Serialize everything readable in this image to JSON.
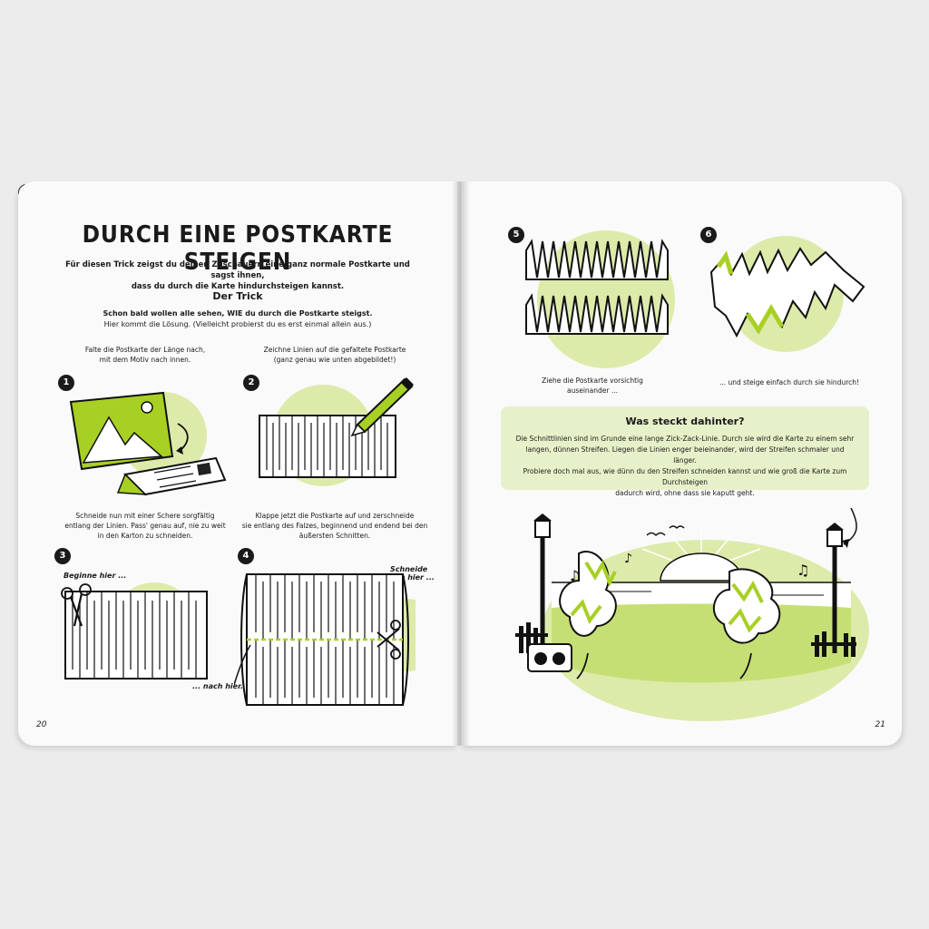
{
  "ui": {
    "zoom_icon": "zoom-in-icon",
    "accent": "#d6ea8c",
    "accent_dark": "#a8d024"
  },
  "left": {
    "title": "DURCH EINE POSTKARTE STEIGEN",
    "intro_line1": "Für diesen Trick zeigst du deinen Zuschauern eine ganz normale Postkarte und sagst ihnen,",
    "intro_line2": "dass du durch die Karte hindurchsteigen kannst.",
    "section": "Der Trick",
    "sub_bold": "Schon bald wollen alle sehen, WIE du durch die Postkarte steigst.",
    "sub_plain": "Hier kommt die Lösung. (Vielleicht probierst du es erst einmal allein aus.)",
    "steps": [
      {
        "num": "1",
        "cap1": "Falte die Postkarte der Länge nach,",
        "cap2": "mit dem Motiv nach innen."
      },
      {
        "num": "2",
        "cap1": "Zeichne Linien auf die gefaltete Postkarte",
        "cap2": "(ganz genau wie unten abgebildet!)"
      },
      {
        "num": "3",
        "cap1": "Schneide nun mit einer Schere sorgfältig",
        "cap2": "entlang der Linien. Pass' genau auf, nie zu weit",
        "cap3": "in den Karton zu schneiden."
      },
      {
        "num": "4",
        "cap1": "Klappe jetzt die Postkarte auf und zerschneide",
        "cap2": "sie entlang des Falzes, beginnend und endend bei den",
        "cap3": "äußersten Schnitten."
      }
    ],
    "note_begin": "Beginne hier ...",
    "note_cut1": "Schneide",
    "note_cut2": "von hier ...",
    "note_to": "... nach hier.",
    "page_number": "20"
  },
  "right": {
    "steps": [
      {
        "num": "5",
        "cap1": "Ziehe die Postkarte vorsichtig",
        "cap2": "auseinander ..."
      },
      {
        "num": "6",
        "cap1": "... und steige einfach durch sie hindurch!"
      }
    ],
    "box_title": "Was steckt dahinter?",
    "box_lines": [
      "Die Schnittlinien sind im Grunde eine lange Zick-Zack-Linie. Durch sie wird die Karte zu einem sehr",
      "langen, dünnen Streifen. Liegen die Linien enger beieinander, wird der Streifen schmaler und länger.",
      "Probiere doch mal aus, wie dünn du den Streifen schneiden kannst und wie groß die Karte zum Durchsteigen",
      "dadurch wird, ohne dass sie kaputt geht."
    ],
    "page_number": "21"
  }
}
